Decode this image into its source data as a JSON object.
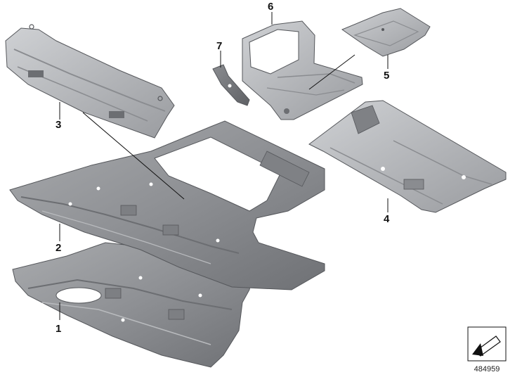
{
  "parts": [
    {
      "callout": "1"
    },
    {
      "callout": "2"
    },
    {
      "callout": "3"
    },
    {
      "callout": "4"
    },
    {
      "callout": "5"
    },
    {
      "callout": "6"
    },
    {
      "callout": "7"
    }
  ],
  "reference_number": "484959",
  "colors": {
    "panel_fill": "#8f9195",
    "panel_dark": "#6c6e72",
    "panel_light": "#c4c6c9",
    "panel_edge": "#55575b",
    "hole": "#ffffff",
    "text": "#111111"
  },
  "icons": [
    "directional-arrow-icon"
  ]
}
